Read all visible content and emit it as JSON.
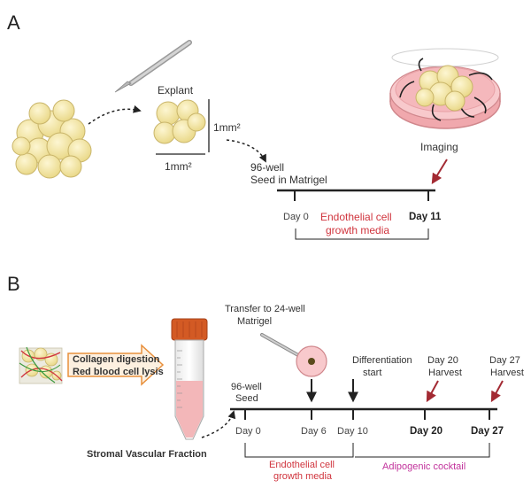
{
  "panel_a": {
    "letter": "A",
    "explant_label": "Explant",
    "scale_vertical": "1mm²",
    "scale_horizontal": "1mm²",
    "seed_line1": "96-well",
    "seed_line2": "Seed in Matrigel",
    "day_start": "Day 0",
    "day_end": "Day 11",
    "media_line1": "Endothelial cell",
    "media_line2": "growth media",
    "imaging_label": "Imaging"
  },
  "panel_b": {
    "letter": "B",
    "process_line1": "Collagen digestion",
    "process_line2": "Red blood cell lysis",
    "tube_label": "Stromal Vascular Fraction",
    "transfer_line1": "Transfer to 24-well",
    "transfer_line2": "Matrigel",
    "diff_line1": "Differentiation",
    "diff_line2": "start",
    "harvest20_line1": "Day 20",
    "harvest20_line2": "Harvest",
    "harvest27_line1": "Day 27",
    "harvest27_line2": "Harvest",
    "seed_line1": "96-well",
    "seed_line2": "Seed",
    "days": [
      "Day 0",
      "Day 6",
      "Day 10",
      "Day 20",
      "Day 27"
    ],
    "media_line1": "Endothelial cell",
    "media_line2": "growth media",
    "adipogenic_label": "Adipogenic cocktail"
  },
  "colors": {
    "endothelial_media": "#d0353e",
    "adipogenic": "#c2339c",
    "harvest_arrow": "#a32a33",
    "tube_cap": "#d35a24",
    "dish": "#f8c9cc",
    "cell": "#f5e9a8"
  }
}
